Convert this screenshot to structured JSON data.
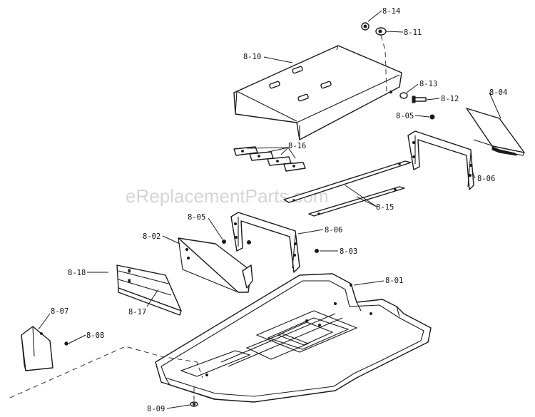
{
  "watermark": "eReplacementParts.com",
  "callouts": {
    "c_8_14": "8-14",
    "c_8_11": "8-11",
    "c_8_10": "8-10",
    "c_8_13": "8-13",
    "c_8_12": "8-12",
    "c_8_04": "8-04",
    "c_8_05a": "8-05",
    "c_8_16": "8-16",
    "c_8_06a": "8-06",
    "c_8_15": "8-15",
    "c_8_05b": "8-05",
    "c_8_06b": "8-06",
    "c_8_02": "8-02",
    "c_8_03": "8-03",
    "c_8_18": "8-18",
    "c_8_01": "8-01",
    "c_8_07": "8-07",
    "c_8_17": "8-17",
    "c_8_08": "8-08",
    "c_8_09": "8-09"
  }
}
